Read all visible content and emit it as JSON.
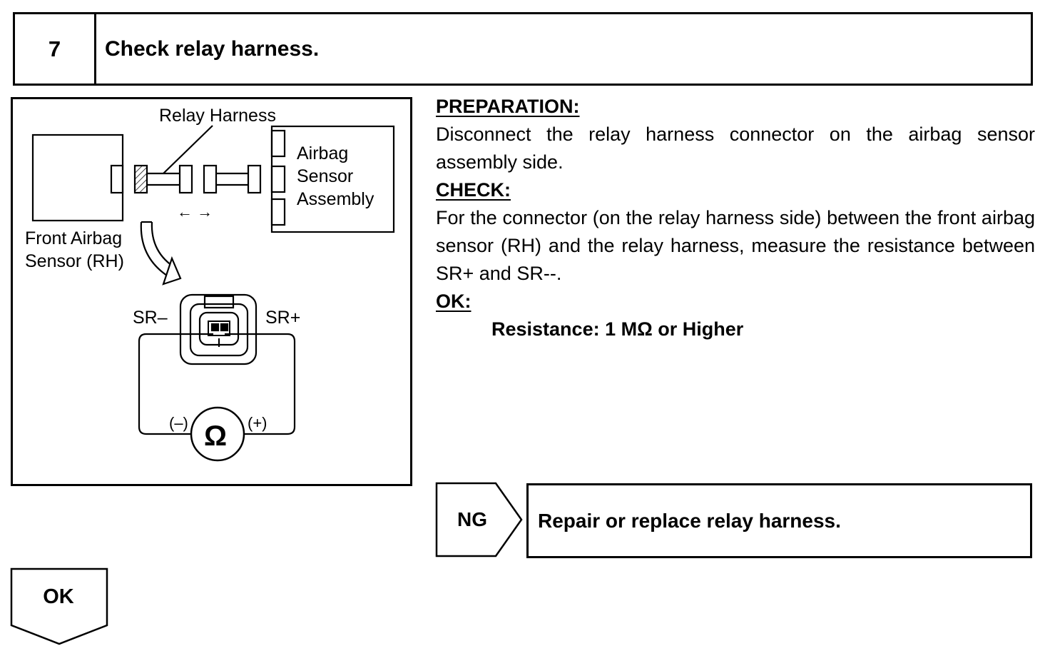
{
  "header": {
    "step_number": "7",
    "title": "Check relay harness."
  },
  "figure": {
    "label_relay_harness": "Relay Harness",
    "label_airbag_line1": "Airbag",
    "label_airbag_line2": "Sensor",
    "label_airbag_line3": "Assembly",
    "label_front_line1": "Front Airbag",
    "label_front_line2": "Sensor (RH)",
    "label_arrows": "← →",
    "label_sr_minus": "SR–",
    "label_sr_plus": "SR+",
    "label_meter_minus": "(–)",
    "label_meter_plus": "(+)",
    "label_ohm": "Ω"
  },
  "preparation": {
    "heading": "PREPARATION:",
    "text": "Disconnect the relay harness connector on the airbag sensor assembly side."
  },
  "check": {
    "heading": "CHECK:",
    "text": "For the connector (on the relay harness side) between the front airbag sensor (RH) and the relay harness, measure the resistance between SR+ and SR--."
  },
  "ok_spec": {
    "heading": "OK:",
    "value": "Resistance: 1 MΩ or Higher"
  },
  "ng": {
    "label": "NG",
    "action": "Repair or replace relay harness."
  },
  "ok_arrow": {
    "label": "OK"
  }
}
